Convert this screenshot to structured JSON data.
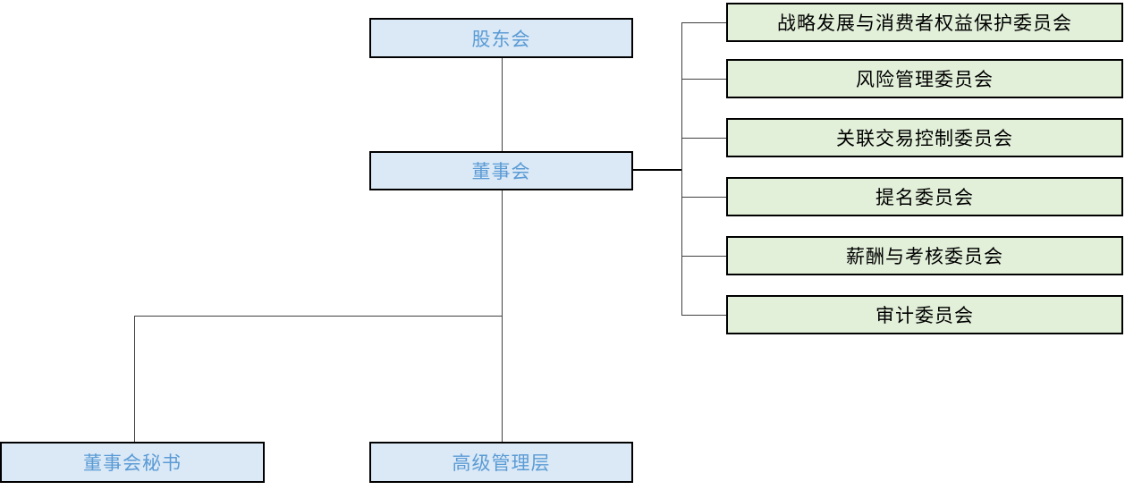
{
  "diagram": {
    "type": "org-chart",
    "nodes": {
      "shareholders": {
        "label": "股东会"
      },
      "board": {
        "label": "董事会"
      },
      "board_secretary": {
        "label": "董事会秘书"
      },
      "senior_management": {
        "label": "高级管理层"
      },
      "committees": [
        "战略发展与消费者权益保护委员会",
        "风险管理委员会",
        "关联交易控制委员会",
        "提名委员会",
        "薪酬与考核委员会",
        "审计委员会"
      ]
    },
    "colors": {
      "node_fill_blue": "#dbe9f6",
      "node_text_blue": "#5b9bd5",
      "node_fill_green": "#e2efd9",
      "node_text_green": "#000000",
      "node_border": "#000000",
      "connector": "#404040"
    }
  }
}
